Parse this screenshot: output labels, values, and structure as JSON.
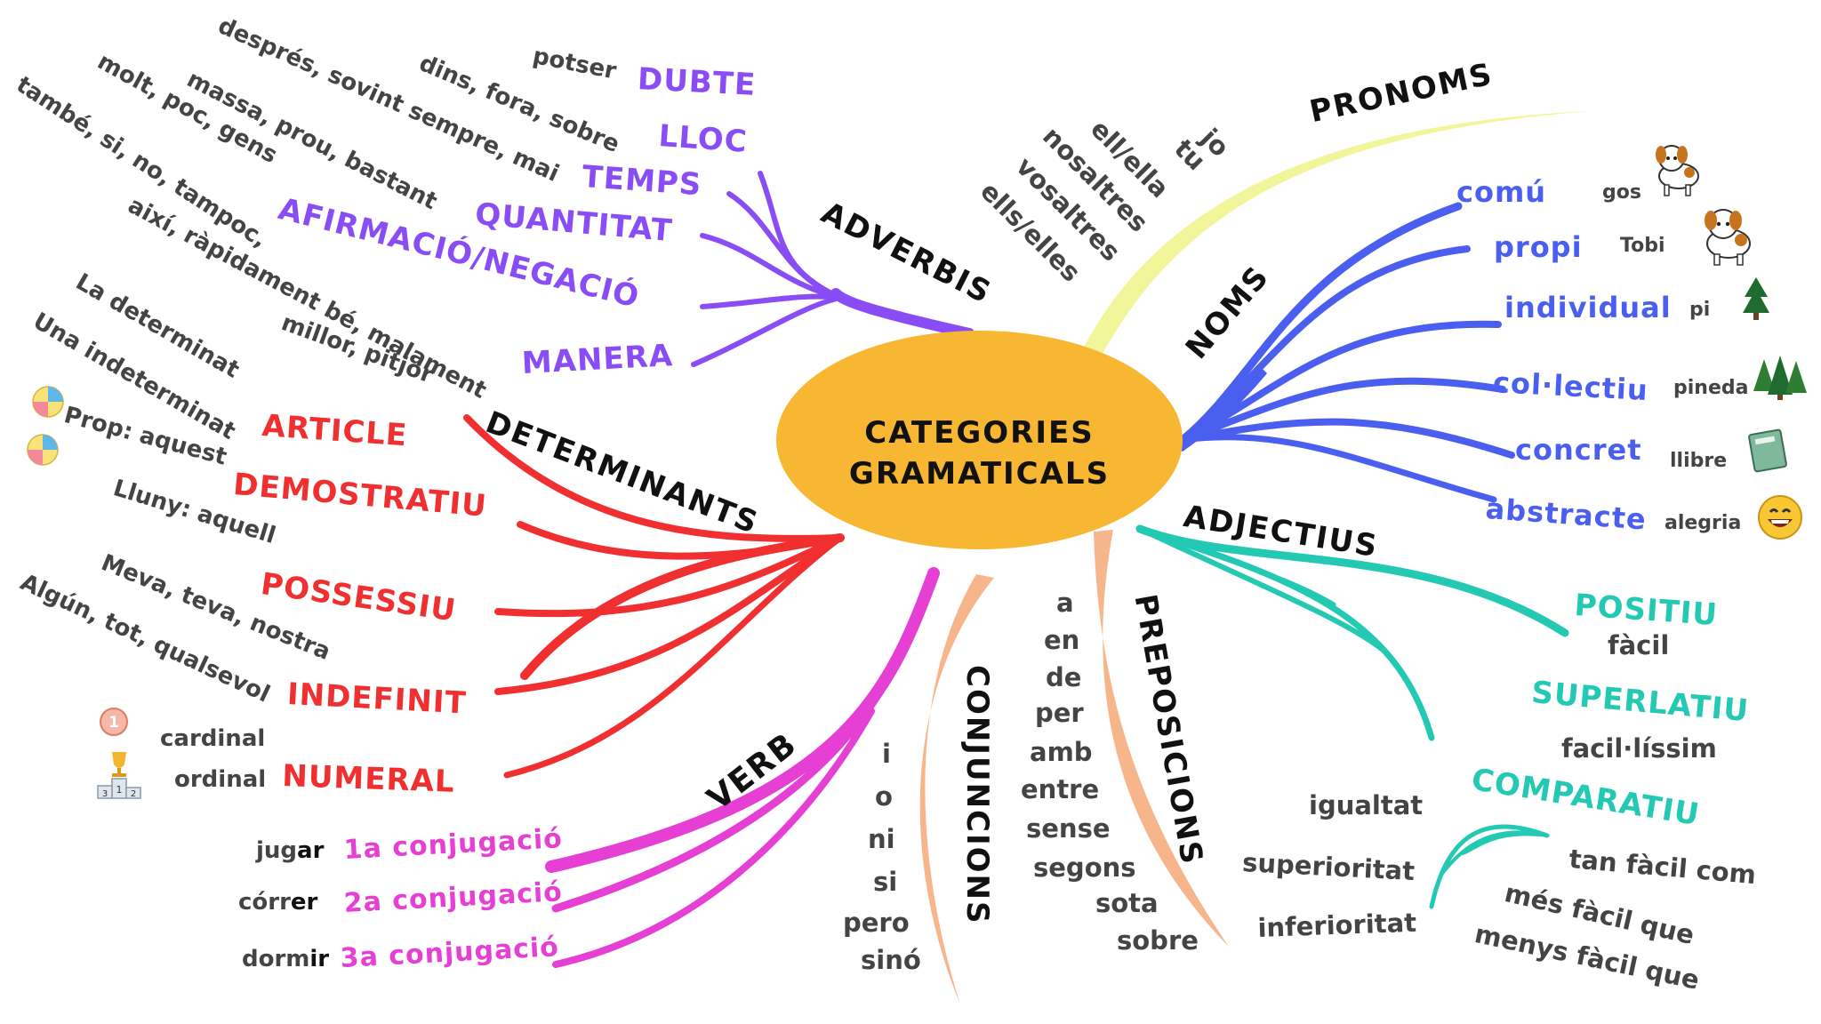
{
  "center_title": [
    "CATEGORIES",
    "GRAMATICALS"
  ],
  "colors": {
    "center": "#f7b733",
    "adverbis": "#8a4cf5",
    "pronoms": "#f2f59a",
    "noms": "#4a5ff0",
    "adjectius": "#23c9b2",
    "preposicions": "#f7b58c",
    "conjuncions": "#f7b58c",
    "verb": "#e63fd4",
    "determinants": "#f03030"
  },
  "adverbis": {
    "title": "ADVERBIS",
    "subs": [
      {
        "label": "DUBTE",
        "example": "potser"
      },
      {
        "label": "LLOC",
        "example": "dins, fora, sobre"
      },
      {
        "label": "TEMPS",
        "example": "després, sovint sempre, mai"
      },
      {
        "label": "QUANTITAT",
        "example": "massa, prou, bastant"
      },
      {
        "label": "AFIRMACIÓ/NEGACIÓ",
        "example": "també, si, no, tampoc,"
      },
      {
        "label": "MANERA",
        "example": "així, ràpidament bé, malament"
      }
    ],
    "extra": [
      "molt, poc, gens",
      "millor, pitjor"
    ]
  },
  "pronoms": {
    "title": "PRONOMS",
    "items": [
      "jo",
      "tu",
      "ell/ella",
      "nosaltres",
      "vosaltres",
      "ells/elles"
    ]
  },
  "noms": {
    "title": "NOMS",
    "subs": [
      {
        "label": "comú",
        "example": "gos",
        "icon": "dog-icon"
      },
      {
        "label": "propi",
        "example": "Tobi",
        "icon": "dog-icon"
      },
      {
        "label": "individual",
        "example": "pi",
        "icon": "tree-icon"
      },
      {
        "label": "col·lectiu",
        "example": "pineda",
        "icon": "forest-icon"
      },
      {
        "label": "concret",
        "example": "llibre",
        "icon": "book-icon"
      },
      {
        "label": "abstracte",
        "example": "alegria",
        "icon": "smile-icon"
      }
    ]
  },
  "adjectius": {
    "title": "ADJECTIUS",
    "subs": [
      {
        "label": "POSITIU",
        "example": "fàcil"
      },
      {
        "label": "SUPERLATIU",
        "example": "facil·líssim"
      },
      {
        "label": "COMPARATIU",
        "example": ""
      }
    ],
    "comparatiu_types": [
      "igualtat",
      "superioritat",
      "inferioritat"
    ],
    "comparatiu_examples": [
      "tan fàcil com",
      "més fàcil que",
      "menys fàcil que"
    ]
  },
  "preposicions": {
    "title": "PREPOSICIONS",
    "items": [
      "a",
      "en",
      "de",
      "per",
      "amb",
      "entre",
      "sense",
      "segons",
      "sota",
      "sobre"
    ]
  },
  "conjuncions": {
    "title": "CONJUNCIONS",
    "items": [
      "i",
      "o",
      "ni",
      "si",
      "pero",
      "sinó"
    ]
  },
  "verb": {
    "title": "VERB",
    "subs": [
      {
        "label": "1a conjugació",
        "stem": "jug",
        "ending": "ar"
      },
      {
        "label": "2a conjugació",
        "stem": "córr",
        "ending": "er"
      },
      {
        "label": "3a conjugació",
        "stem": "dorm",
        "ending": "ir"
      }
    ]
  },
  "determinants": {
    "title": "DETERMINANTS",
    "subs": [
      {
        "label": "ARTICLE",
        "examples": [
          "La determinat",
          "Una indeterminat"
        ]
      },
      {
        "label": "DEMOSTRATIU",
        "examples": [
          "Prop: aquest",
          "Lluny: aquell"
        ]
      },
      {
        "label": "POSSESSIU",
        "examples": [
          "Meva, teva, nostra"
        ]
      },
      {
        "label": "INDEFINIT",
        "examples": [
          "Algún, tot, qualsevol"
        ]
      },
      {
        "label": "NUMERAL",
        "examples": [
          "cardinal",
          "ordinal"
        ]
      }
    ]
  }
}
